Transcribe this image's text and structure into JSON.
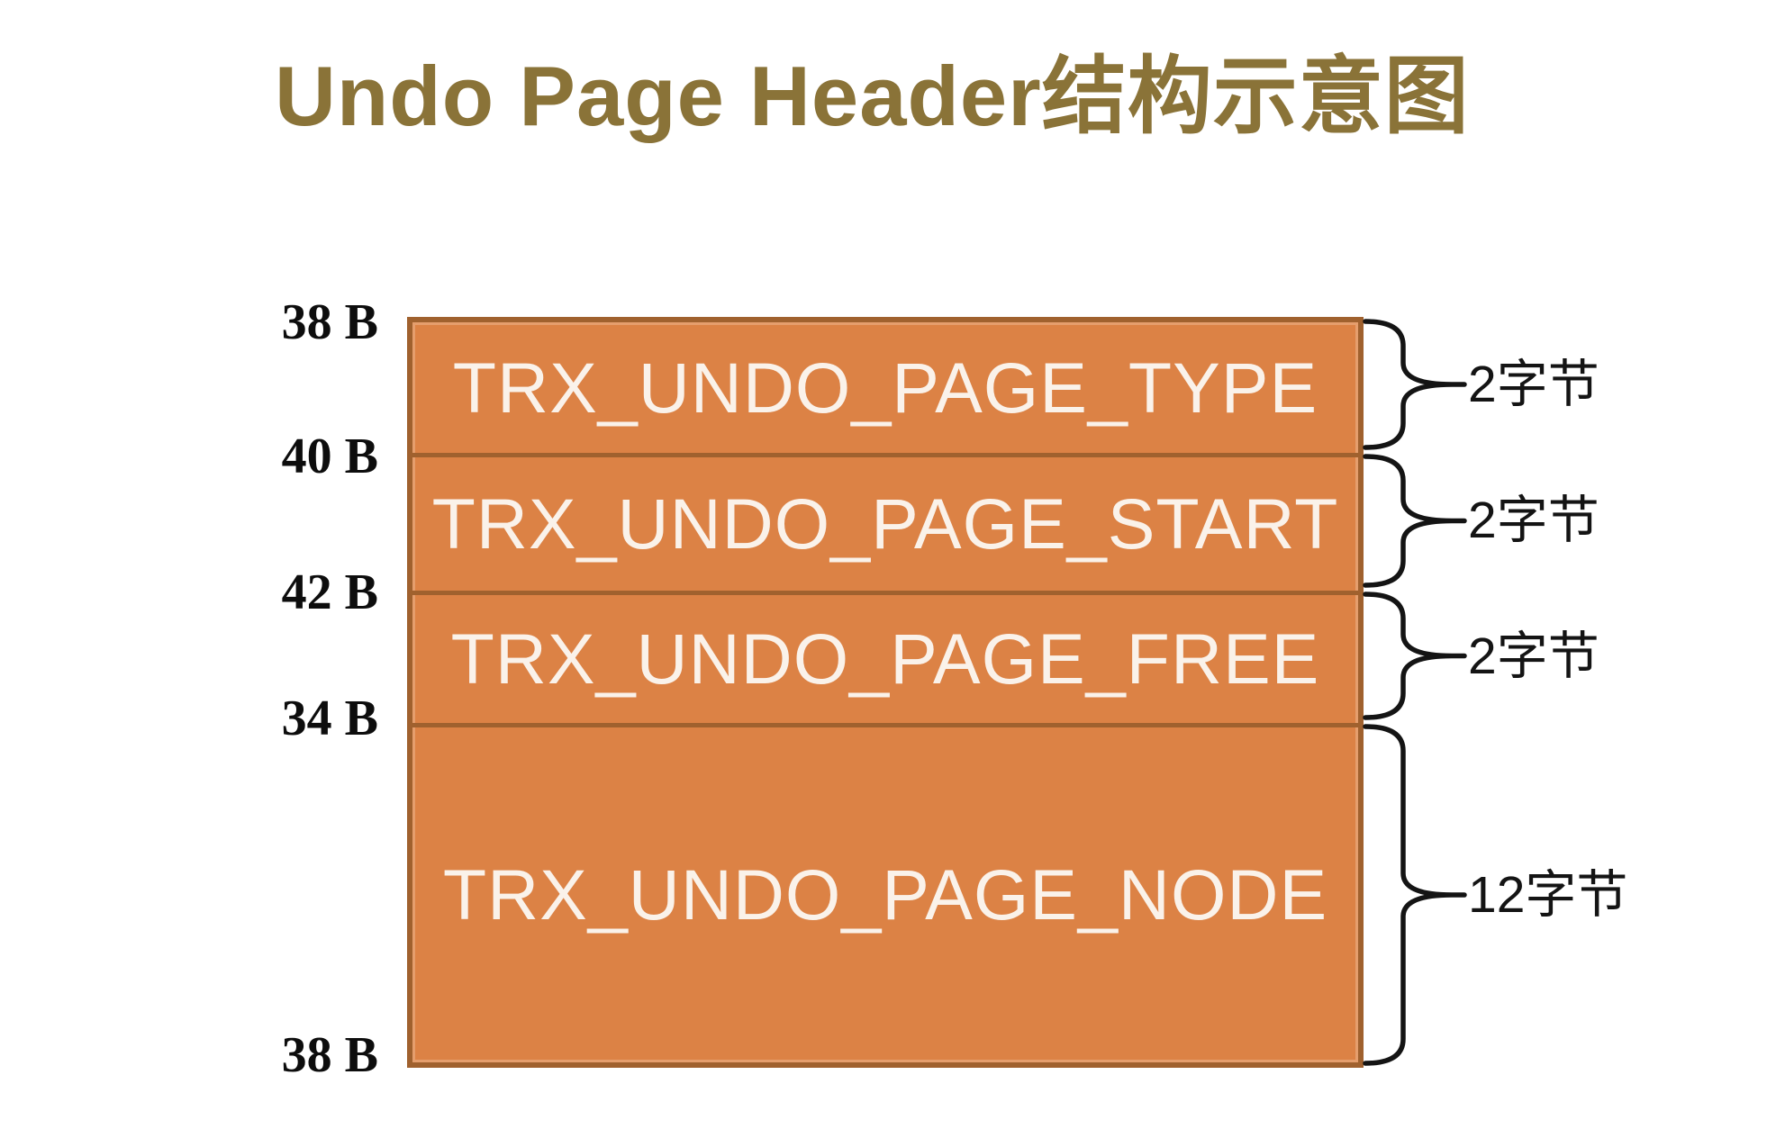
{
  "title": "Undo Page Header结构示意图",
  "theme": {
    "title-color": "#8A7338",
    "box-fill": "#DC8245",
    "box-border": "#A0612E",
    "box-text": "#FAF2EA"
  },
  "diagram": {
    "rows": [
      {
        "name": "TRX_UNDO_PAGE_TYPE",
        "size": "2字节",
        "start_offset": "38 B"
      },
      {
        "name": "TRX_UNDO_PAGE_START",
        "size": "2字节",
        "start_offset": "40 B"
      },
      {
        "name": "TRX_UNDO_PAGE_FREE",
        "size": "2字节",
        "start_offset": "42 B"
      },
      {
        "name": "TRX_UNDO_PAGE_NODE",
        "size": "12字节",
        "start_offset": "34 B"
      }
    ],
    "end_offset": "38 B"
  }
}
